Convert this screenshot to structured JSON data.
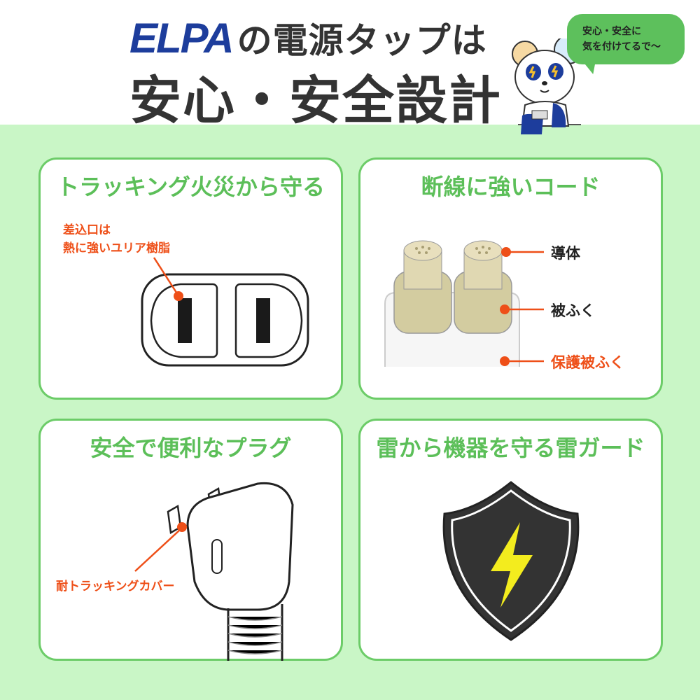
{
  "header": {
    "brand": "ELPA",
    "title_line1": "の電源タップは",
    "title_line2": "安心・安全設計"
  },
  "bubble": {
    "line1": "安心・安全に",
    "line2": "気を付けてるで〜"
  },
  "cards": [
    {
      "title": "トラッキング火災から守る",
      "callout_line1": "差込口は",
      "callout_line2": "熱に強いユリア樹脂"
    },
    {
      "title": "断線に強いコード",
      "labels": [
        "導体",
        "被ふく",
        "保護被ふく"
      ]
    },
    {
      "title": "安全で便利なプラグ",
      "callout": "耐トラッキングカバー"
    },
    {
      "title": "雷から機器を守る雷ガード"
    }
  ],
  "colors": {
    "accent_green": "#5cbf59",
    "callout_orange": "#ee4f18",
    "brand_blue": "#1d3d9c",
    "background": "#c9f6c6"
  }
}
